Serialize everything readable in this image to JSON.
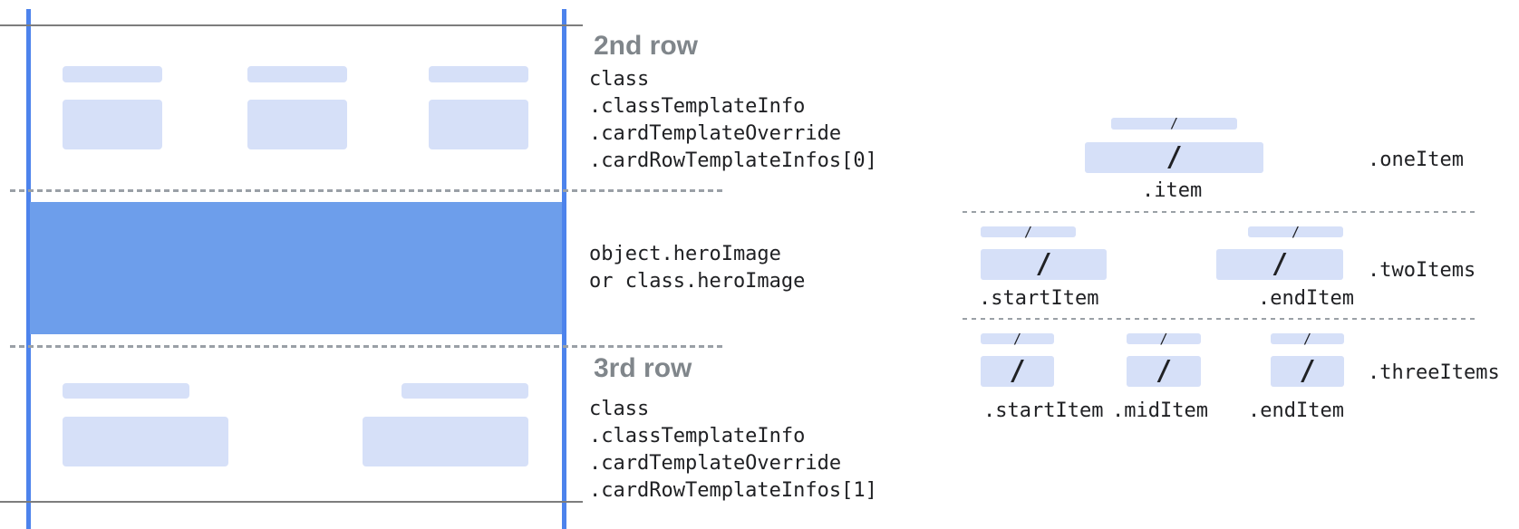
{
  "diagram": {
    "left_card": {
      "row2": {
        "heading": "2nd row",
        "path": [
          "class",
          ".classTemplateInfo",
          ".cardTemplateOverride",
          ".cardRowTemplateInfos[0]"
        ]
      },
      "hero": {
        "path": [
          "object.heroImage",
          "or class.heroImage"
        ]
      },
      "row3": {
        "heading": "3rd row",
        "path": [
          "class",
          ".classTemplateInfo",
          ".cardTemplateOverride",
          ".cardRowTemplateInfos[1]"
        ]
      }
    },
    "item_layouts": {
      "one": {
        "layout_name": ".oneItem",
        "labels": {
          "item": ".item"
        }
      },
      "two": {
        "layout_name": ".twoItems",
        "labels": {
          "start": ".startItem",
          "end": ".endItem"
        }
      },
      "three": {
        "layout_name": ".threeItems",
        "labels": {
          "start": ".startItem",
          "mid": ".midItem",
          "end": ".endItem"
        }
      }
    },
    "glyphs": {
      "slash": "/"
    },
    "colors": {
      "hero_blue": "#6d9eeb",
      "guide_line_blue": "#4d83ec",
      "placeholder_blue": "#d6e0f8",
      "solid_line_gray": "#7d7d7d",
      "dashed_line_gray": "#9aa0a6",
      "heading_gray": "#80868b",
      "code_text": "#202124"
    }
  }
}
